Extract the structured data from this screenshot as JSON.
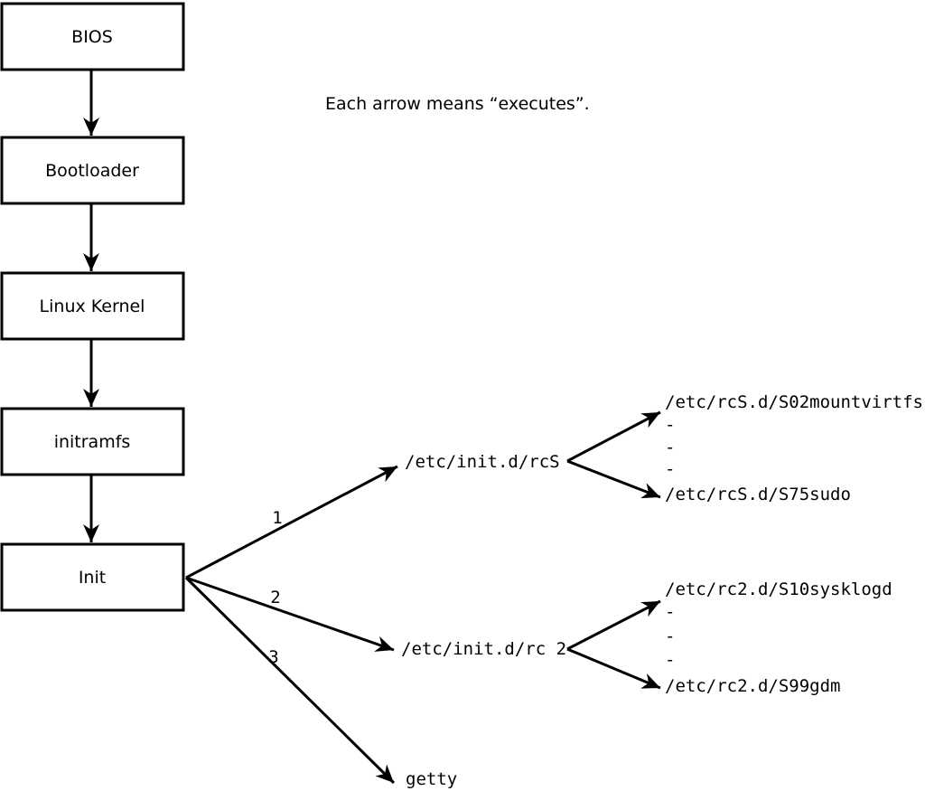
{
  "caption": "Each arrow means “executes”.",
  "colors": {
    "ink": "#000000",
    "paper": "#ffffff"
  },
  "boot_chain": [
    {
      "label": "BIOS"
    },
    {
      "label": "Bootloader"
    },
    {
      "label": "Linux Kernel"
    },
    {
      "label": "initramfs"
    },
    {
      "label": "Init"
    }
  ],
  "init_targets": [
    {
      "order": "1",
      "label": "/etc/init.d/rcS"
    },
    {
      "order": "2",
      "label": "/etc/init.d/rc 2"
    },
    {
      "order": "3",
      "label": "getty"
    }
  ],
  "rcS_children": {
    "first": "/etc/rcS.d/S02mountvirtfs",
    "dots": [
      "-",
      "-",
      "-"
    ],
    "last": "/etc/rcS.d/S75sudo"
  },
  "rc2_children": {
    "first": "/etc/rc2.d/S10sysklogd",
    "dots": [
      "-",
      "-",
      "-"
    ],
    "last": "/etc/rc2.d/S99gdm"
  }
}
